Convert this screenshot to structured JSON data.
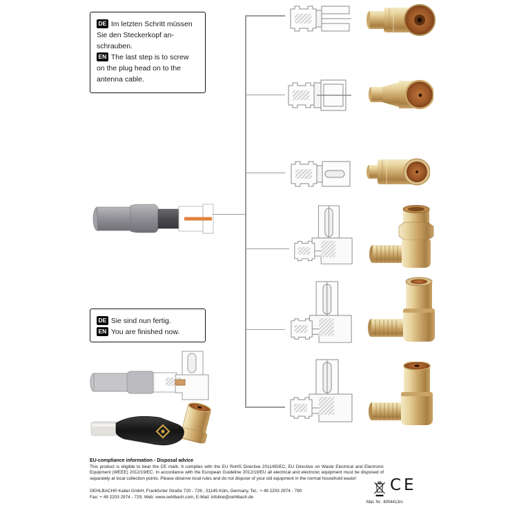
{
  "instruction_boxes": {
    "final_step": {
      "de_badge": "DE",
      "de_text": "Im letzten Schritt müssen\nSie den Steckerkopf an-\nschrauben.",
      "en_badge": "EN",
      "en_text": "The last step is to screw\non the plug head on to the\nantenna cable."
    },
    "finished": {
      "de_badge": "DE",
      "de_text": "Sie sind nun fertig.",
      "en_badge": "EN",
      "en_text": "You are finished now."
    }
  },
  "diagram": {
    "source_image": "crimped-antenna-cable-end",
    "variants": [
      {
        "id": 1,
        "drawing": "straight-socket-cross-section",
        "photo": "gold-straight-female-antenna-socket"
      },
      {
        "id": 2,
        "drawing": "straight-plug-cross-section",
        "photo": "gold-straight-male-antenna-plug"
      },
      {
        "id": 3,
        "drawing": "straight-plug-long-cross-section",
        "photo": "gold-straight-male-antenna-plug-large"
      },
      {
        "id": 4,
        "drawing": "right-angle-adapter-cross-section",
        "photo": "gold-right-angle-adapter-with-hex-nut"
      },
      {
        "id": 5,
        "drawing": "right-angle-plug-cross-section",
        "photo": "gold-right-angle-male-plug"
      },
      {
        "id": 6,
        "drawing": "right-angle-socket-cross-section",
        "photo": "gold-right-angle-female-socket"
      }
    ],
    "result": {
      "drawing": "cable-with-right-angle-head-cross-section",
      "photo": "black-cable-with-gold-right-angle-head"
    }
  },
  "footer": {
    "heading": "EU-compliance information - Disposal advice",
    "compliance_text": "This product is eligible to bear the CE mark. It complies with the EU RoHS Directive 2011/65/EC, EU Directive on Waste Electrical and Electronic Equipment (WEEE) 2012/19/EC. In accordance with the European Guideline 2012/19/EU all electrical and electronic equipment must be disposed of separately at local collection points. Please observe local rules and do not dispose of your old equipment in the normal household waste!",
    "company_line1": "OEHLBACH® Kabel GmbH, Frankfurter Straße 720 - 726 , 51145 Köln, Germany, Tel.: + 49 2203 2974 - 790",
    "company_line2": "Fax: + 49 2203 2974 - 729, Web: www.oehlbach.com, E-Mail: infoline@oehlbach.de",
    "ce_mark": "CE",
    "mat_nr": "Mat. Nr.: 8004413rs"
  },
  "colors": {
    "gold_light": "#f4e9c4",
    "gold_mid": "#d9bd85",
    "gold_dark": "#a8824a",
    "copper_face": "#9a5526",
    "line_gray": "#9a9a9a",
    "center_pin_orange": "#e0823c",
    "connector_black": "#141414"
  }
}
